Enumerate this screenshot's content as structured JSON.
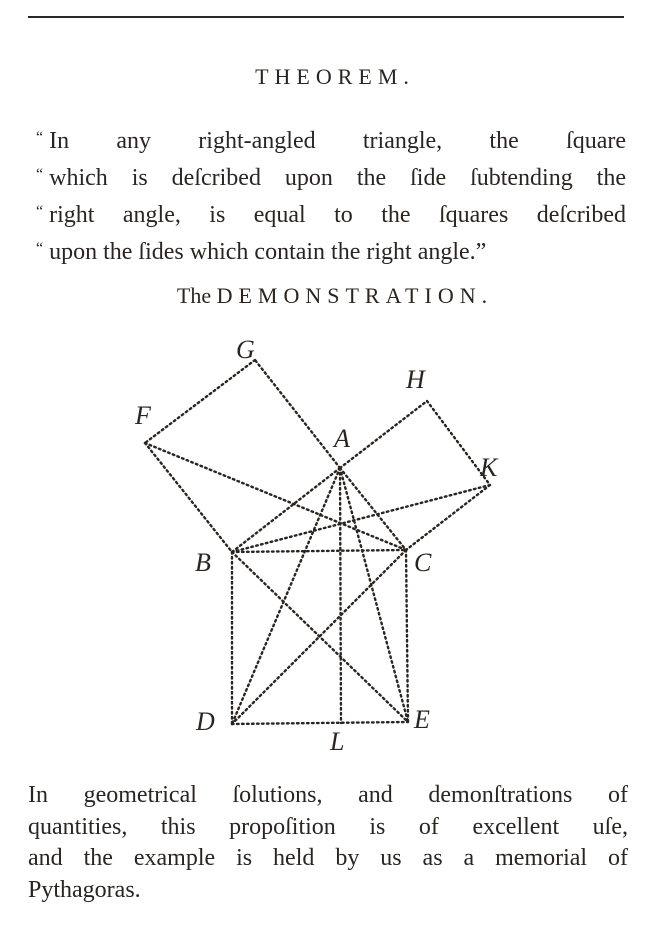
{
  "theorem": {
    "heading": "THEOREM.",
    "lines": [
      "In any right-angled triangle, the ſquare",
      "which is deſcribed upon the ſide ſubtending the",
      "right angle, is equal to the ſquares deſcribed",
      "upon the ſides which contain the right angle.”"
    ],
    "quote_marks": "“"
  },
  "demonstration": {
    "heading_prefix": "The ",
    "heading_main": "DEMONSTRATION."
  },
  "diagram": {
    "labels": {
      "G": "G",
      "H": "H",
      "F": "F",
      "A": "A",
      "K": "K",
      "B": "B",
      "C": "C",
      "D": "D",
      "E": "E",
      "L": "L"
    },
    "line_color": "#2a2520"
  },
  "footer": {
    "lines": [
      "In geometrical ſolutions, and demonſtrations of",
      "quantities, this propoſition is of excellent uſe,",
      "and the example is held by us as a memorial of",
      "Pythagoras."
    ]
  }
}
